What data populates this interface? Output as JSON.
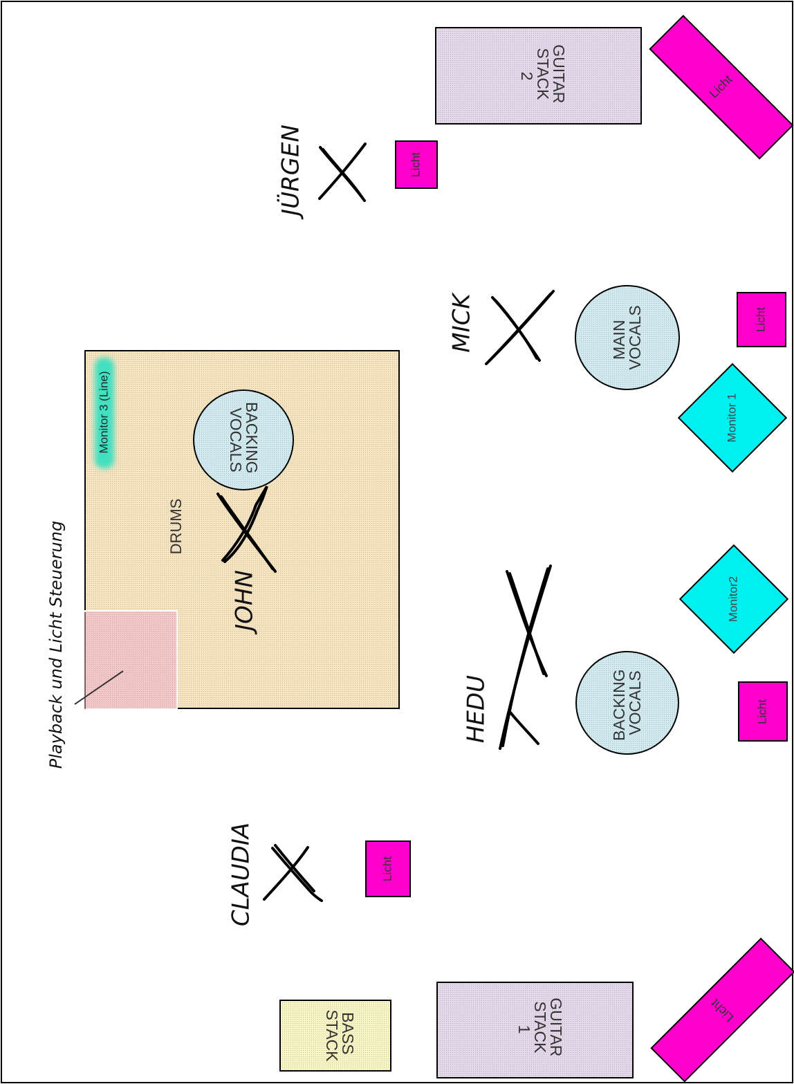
{
  "labels": {
    "guitar_stack_2": [
      "GUITAR",
      "STACK",
      "2"
    ],
    "guitar_stack_1": [
      "GUITAR",
      "STACK",
      "1"
    ],
    "bass_stack": [
      "BASS",
      "STACK"
    ],
    "main_vocals": [
      "MAIN",
      "VOCALS"
    ],
    "backing_vocals_drums": [
      "BACKING",
      "VOCALS"
    ],
    "backing_vocals_hedu": [
      "BACKING",
      "VOCALS"
    ],
    "drums": "DRUMS",
    "monitor_1": "Monitor 1",
    "monitor_2": "Monitor2",
    "monitor_3": "Monitor 3 (Line)",
    "licht": "Licht",
    "playback_note": "Playback und Licht Steuerung"
  },
  "musicians": {
    "jurgen": "JÜRGEN",
    "mick": "MICK",
    "john": "JOHN",
    "hedu": "HEDU",
    "claudia": "CLAUDIA"
  },
  "colors": {
    "licht": "#ff00cc",
    "monitor": "#00f0f0",
    "guitar_stack": "#e3d8ea",
    "bass_stack": "#f8f4c4",
    "drum_riser": "#f6e3c0",
    "control_box": "#f4c8c8",
    "vocal_circle": "#d0eaf0",
    "monitor3_highlight": "#2de0c0"
  }
}
